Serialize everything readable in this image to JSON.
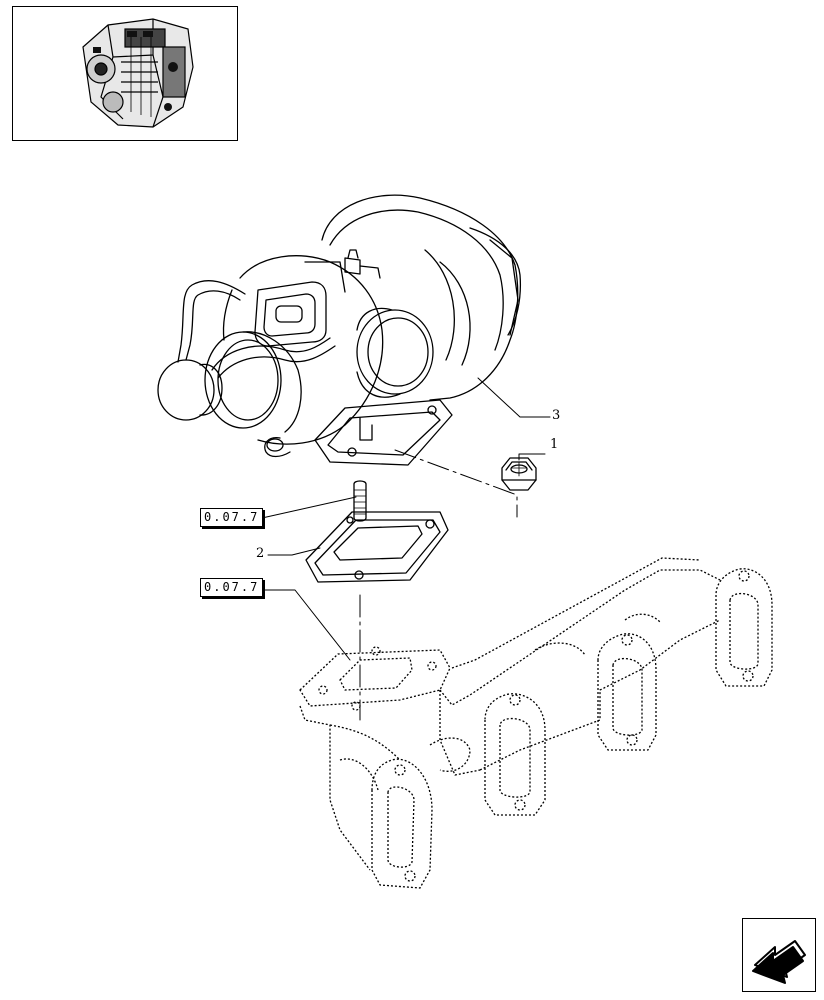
{
  "callouts": {
    "item1": "1",
    "item2": "2",
    "item3": "3"
  },
  "references": {
    "ref_upper": "0.07.7",
    "ref_lower": "0.07.7"
  },
  "icons": {
    "thumbnail": "engine-thumbnail-icon",
    "navigation": "back-arrow-icon"
  }
}
